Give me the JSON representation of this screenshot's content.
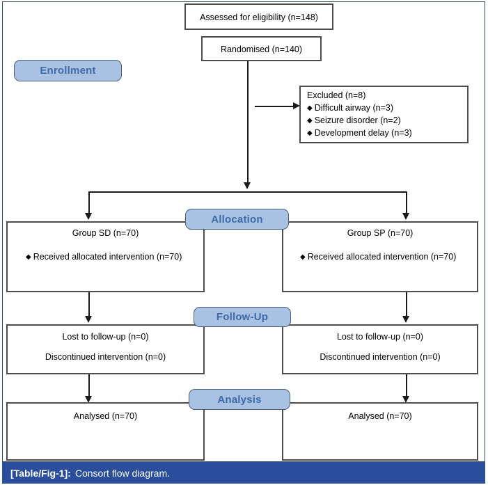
{
  "figure": {
    "caption_label": "[Table/Fig-1]:",
    "caption_text": "Consort flow diagram.",
    "colors": {
      "badge_fill": "#a9c2e3",
      "badge_border": "#4a5f7a",
      "badge_text": "#3f6aa8",
      "box_border": "#4d4d4d",
      "connector": "#1a1a1a",
      "caption_bar": "#2a4e9b",
      "frame": "#2d4a63"
    }
  },
  "stages": {
    "enrollment": "Enrollment",
    "allocation": "Allocation",
    "followup": "Follow-Up",
    "analysis": "Analysis"
  },
  "nodes": {
    "assessed": "Assessed for eligibility (n=148)",
    "randomised": "Randomised (n=140)",
    "excluded": {
      "title": "Excluded (n=8)",
      "items": [
        "Difficult airway (n=3)",
        "Seizure disorder (n=2)",
        "Development delay (n=3)"
      ]
    },
    "left": {
      "allocation_title": "Group SD (n=70)",
      "allocation_item": "Received allocated intervention (n=70)",
      "followup_line1": "Lost to follow-up (n=0)",
      "followup_line2": "Discontinued intervention (n=0)",
      "analysis_line": "Analysed (n=70)"
    },
    "right": {
      "allocation_title": "Group SP (n=70)",
      "allocation_item": "Received allocated intervention (n=70)",
      "followup_line1": "Lost to follow-up (n=0)",
      "followup_line2": "Discontinued intervention (n=0)",
      "analysis_line": "Analysed (n=70)"
    }
  }
}
